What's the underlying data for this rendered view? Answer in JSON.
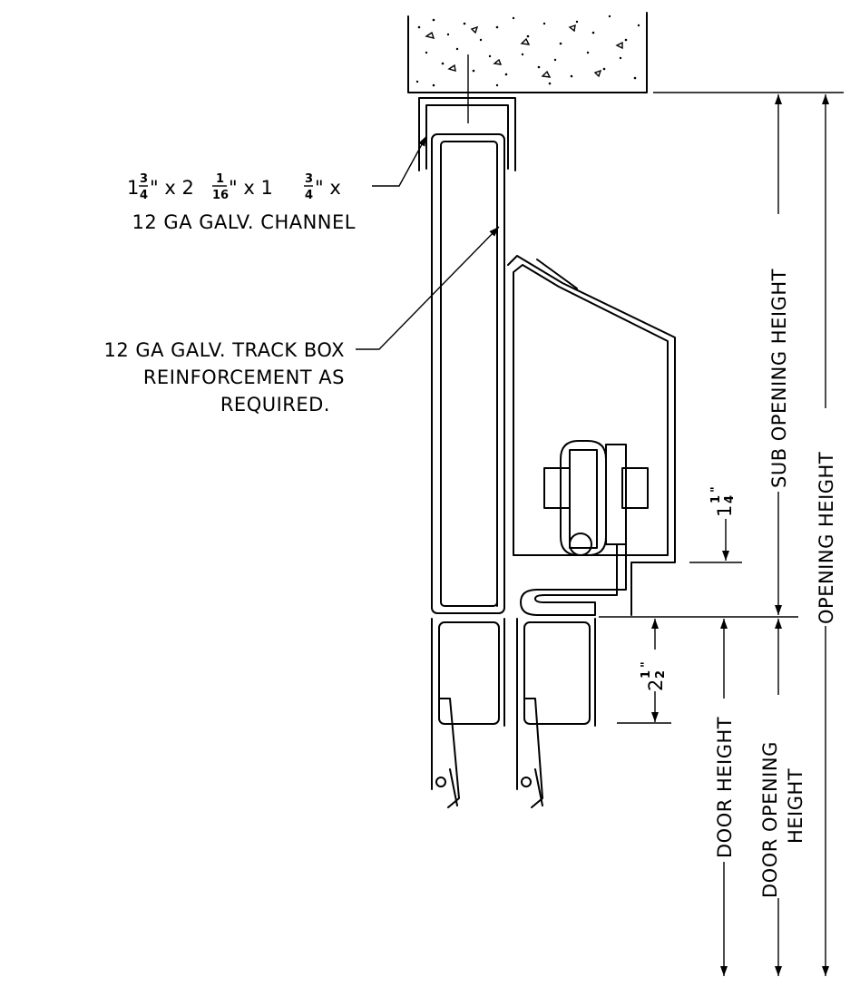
{
  "callouts": {
    "channel": {
      "line1_prefix_whole": "1",
      "line1_prefix_num": "3",
      "line1_prefix_den": "4",
      "line1_x1": "\" x 2",
      "line1_mid_num": "1",
      "line1_mid_den": "16",
      "line1_x2": "\" x 1",
      "line1_end_num": "3",
      "line1_end_den": "4",
      "line1_tail": "\" x",
      "line2": "12 GA GALV. CHANNEL"
    },
    "reinforcement": {
      "line1": "12 GA GALV. TRACK BOX",
      "line2": "REINFORCEMENT AS",
      "line3": "REQUIRED."
    }
  },
  "dimensions": {
    "one_quarter": {
      "whole": "1",
      "num": "1",
      "den": "4",
      "unit": "\""
    },
    "two_half": {
      "whole": "2",
      "num": "1",
      "den": "2",
      "unit": "\""
    },
    "sub_opening_height": "SUB OPENING HEIGHT",
    "opening_height": "OPENING HEIGHT",
    "door_height": "DOOR HEIGHT",
    "door_opening_height_1": "DOOR OPENING",
    "door_opening_height_2": "HEIGHT"
  }
}
